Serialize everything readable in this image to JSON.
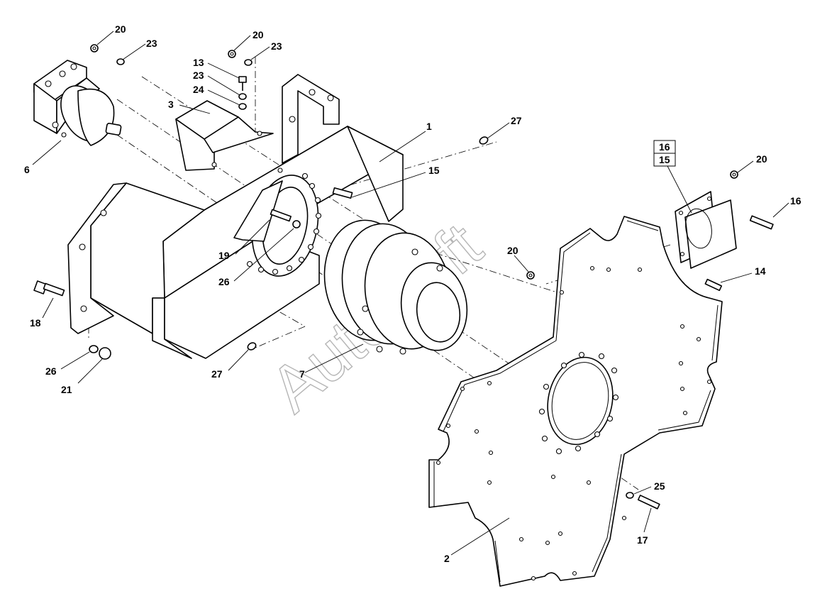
{
  "watermark": "AutoSoft",
  "part_labels": {
    "p1": "1",
    "p2": "2",
    "p3": "3",
    "p6": "6",
    "p7": "7",
    "p13": "13",
    "p14": "14",
    "p15a": "15",
    "p15b": "15",
    "p16a": "16",
    "p16b": "16",
    "p17": "17",
    "p18": "18",
    "p19": "19",
    "p20a": "20",
    "p20b": "20",
    "p20c": "20",
    "p20d": "20",
    "p21": "21",
    "p23a": "23",
    "p23b": "23",
    "p23c": "23",
    "p24": "24",
    "p25": "25",
    "p26a": "26",
    "p26b": "26",
    "p27a": "27",
    "p27b": "27"
  }
}
